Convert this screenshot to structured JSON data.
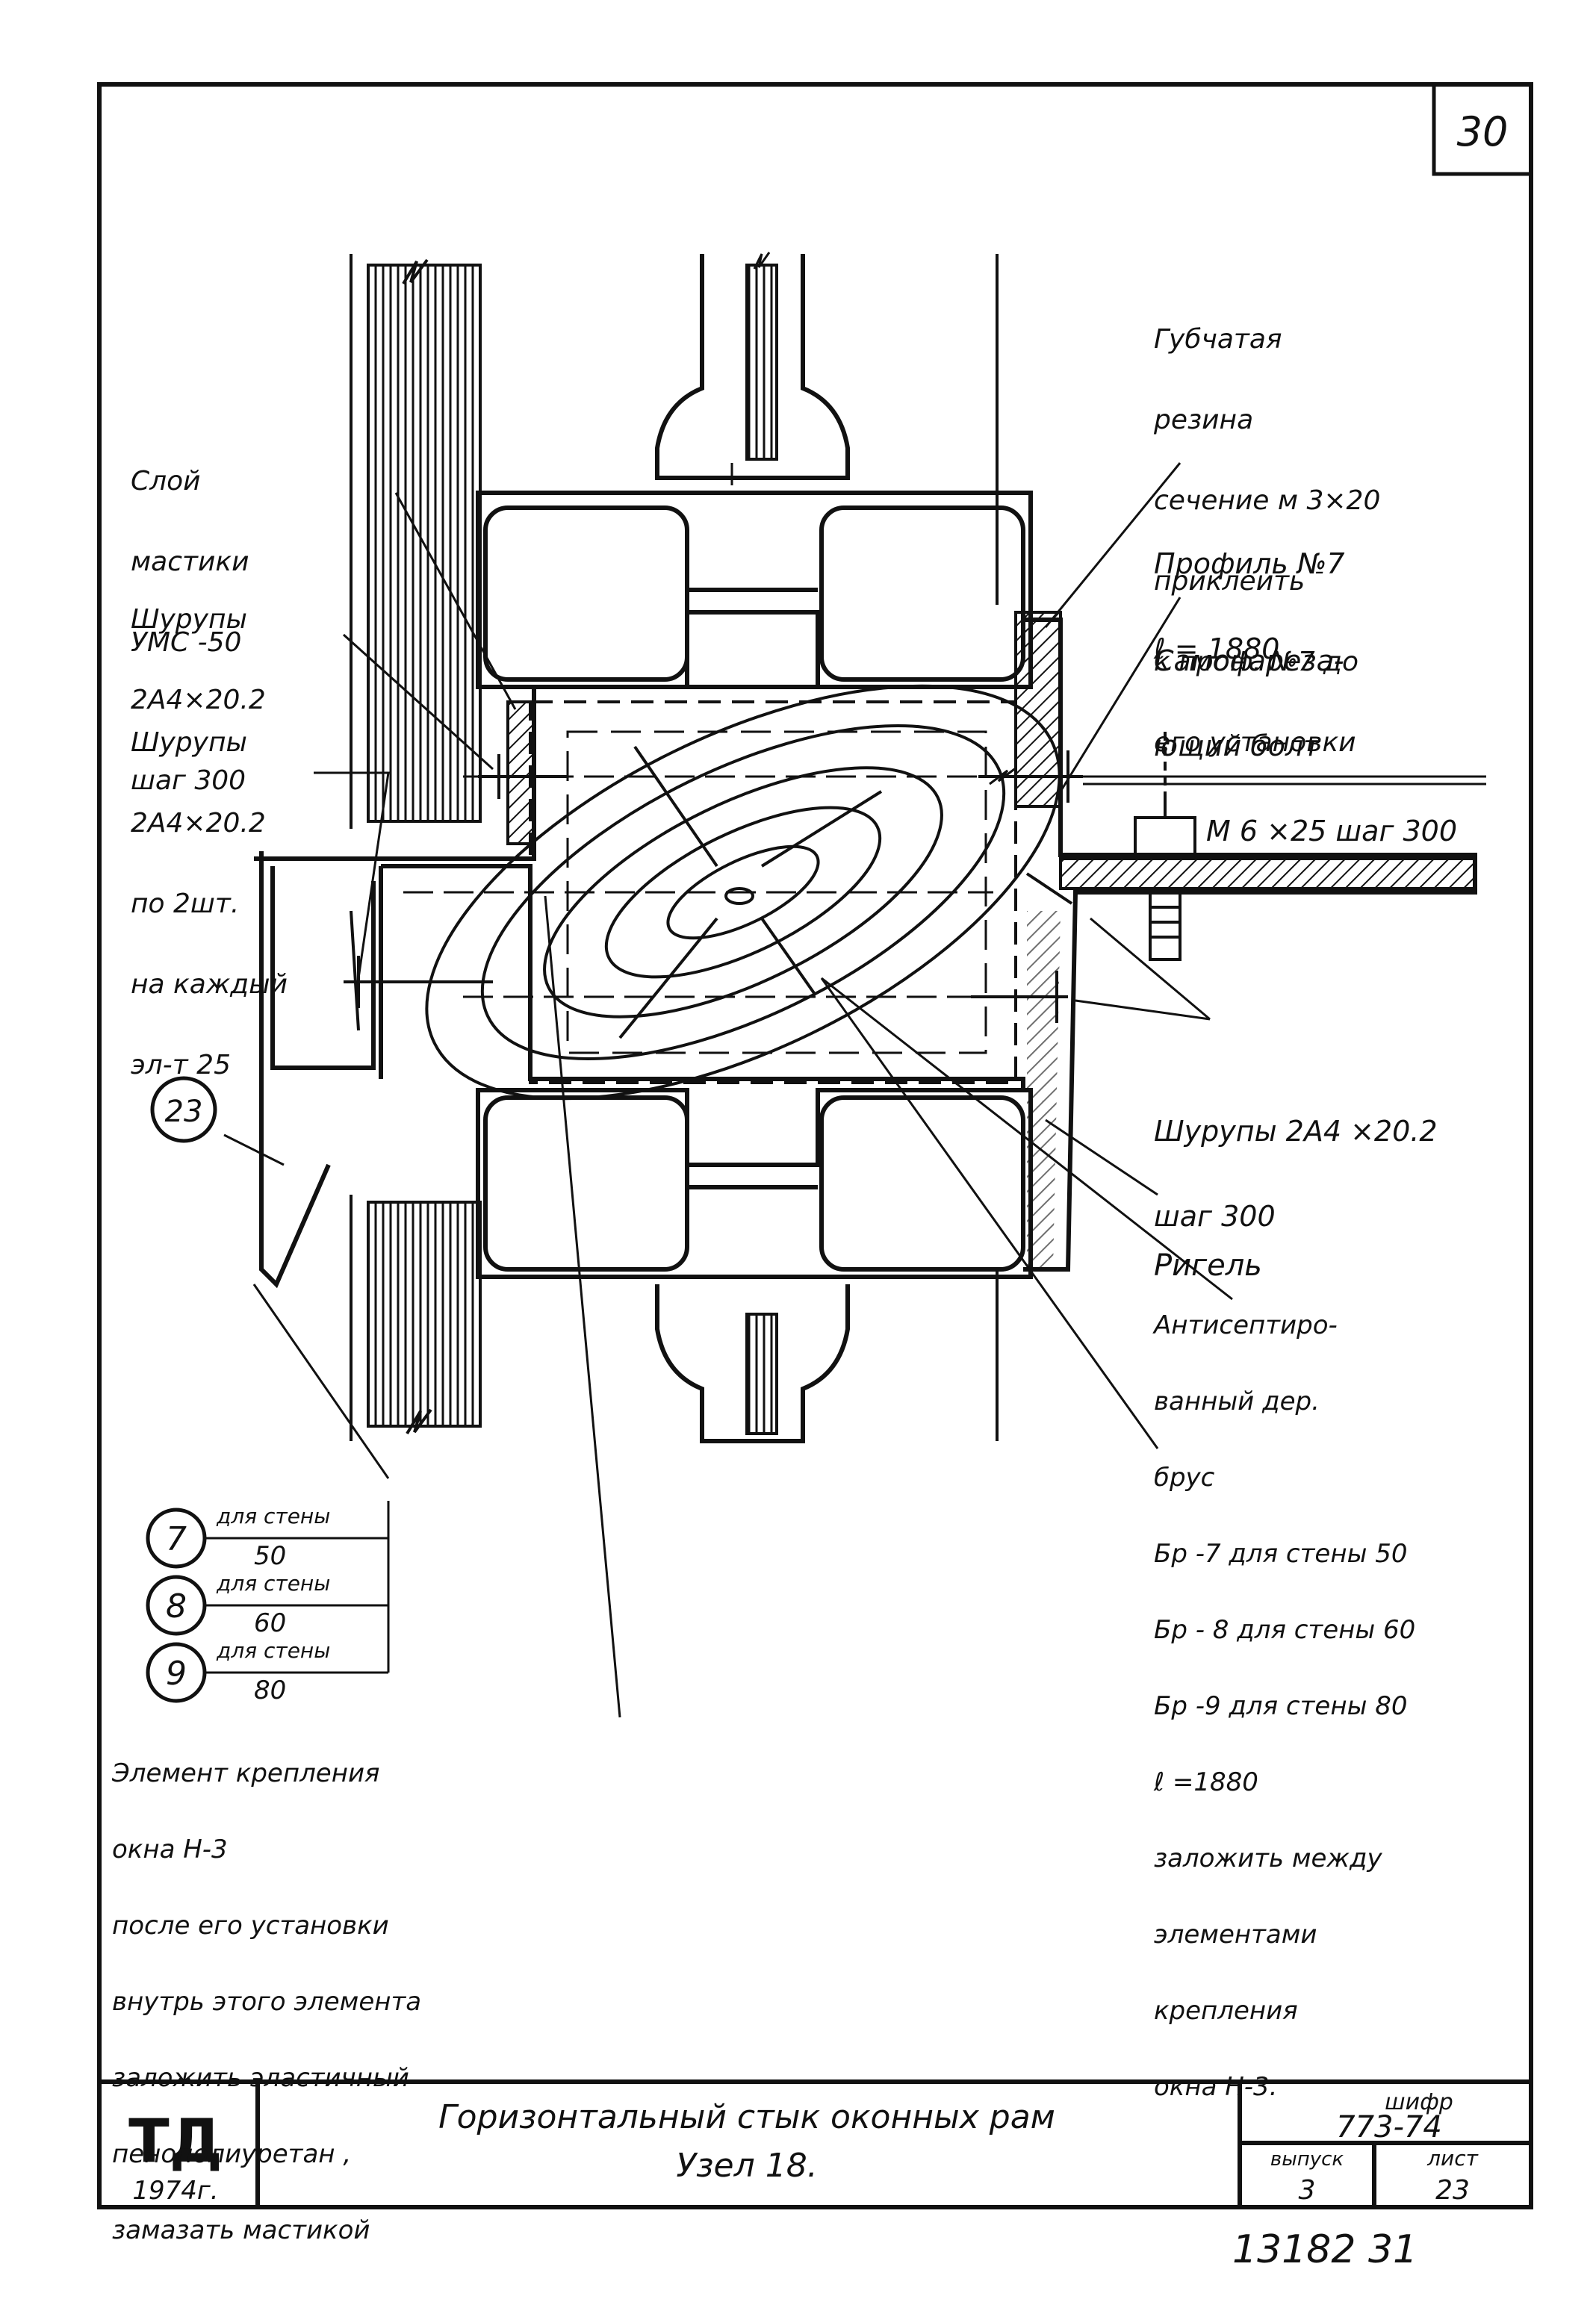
{
  "sheet_number": "30",
  "callouts": {
    "sponge_rubber": [
      "Губчатая",
      "резина",
      "сечение м 3×20",
      "приклеить",
      "к проф. №7 до",
      "его установки"
    ],
    "mastic_layer": [
      "Слой",
      "мастики",
      "УМС -50"
    ],
    "screws_300": [
      "Шурупы",
      "2А4×20.2",
      "шаг 300"
    ],
    "screws_two": [
      "Шурупы",
      "2А4×20.2",
      "по 2шт.",
      "на каждый",
      "эл-т 25"
    ],
    "profile_7": [
      "Профиль №7",
      "ℓ = 1880"
    ],
    "self_tapping_bolt": [
      "Самонарезa-",
      "ющий болт",
      "М 6 ×25 шаг 300"
    ],
    "screws_right": [
      "Шурупы 2А4 ×20.2",
      "шаг 300"
    ],
    "rigel": "Ригель",
    "bar": [
      "Антисептиро-",
      "ванный дер.",
      "брус",
      "Бр -7 для стены 50",
      "Бр - 8 для стены 60",
      "Бр -9 для стены 80",
      "ℓ =1880",
      "заложить между",
      "элементами",
      "крепления",
      "окна Н-3."
    ],
    "element_note": [
      "Элемент крепления",
      "окна Н-3",
      "после его установки",
      "внутрь этого элемента",
      "заложить эластичный",
      "пенополиуретан ,",
      "замазать мастикой"
    ]
  },
  "circle_labels": {
    "c23": "23",
    "c7": "7",
    "c8": "8",
    "c9": "9"
  },
  "wall_notes": {
    "w7_top": "для стены",
    "w7_val": "50",
    "w8_top": "для стены",
    "w8_val": "60",
    "w9_top": "для стены",
    "w9_val": "80"
  },
  "title_block": {
    "org": "ТД",
    "year": "1974г.",
    "title_line1": "Горизонтальный стык оконных рам",
    "title_line2": "Узел 18.",
    "code_label": "шифр",
    "code": "773-74",
    "issue_label": "выпуск",
    "issue": "3",
    "sheet_label": "лист",
    "sheet": "23"
  },
  "handwritten_footer": "13182 31"
}
